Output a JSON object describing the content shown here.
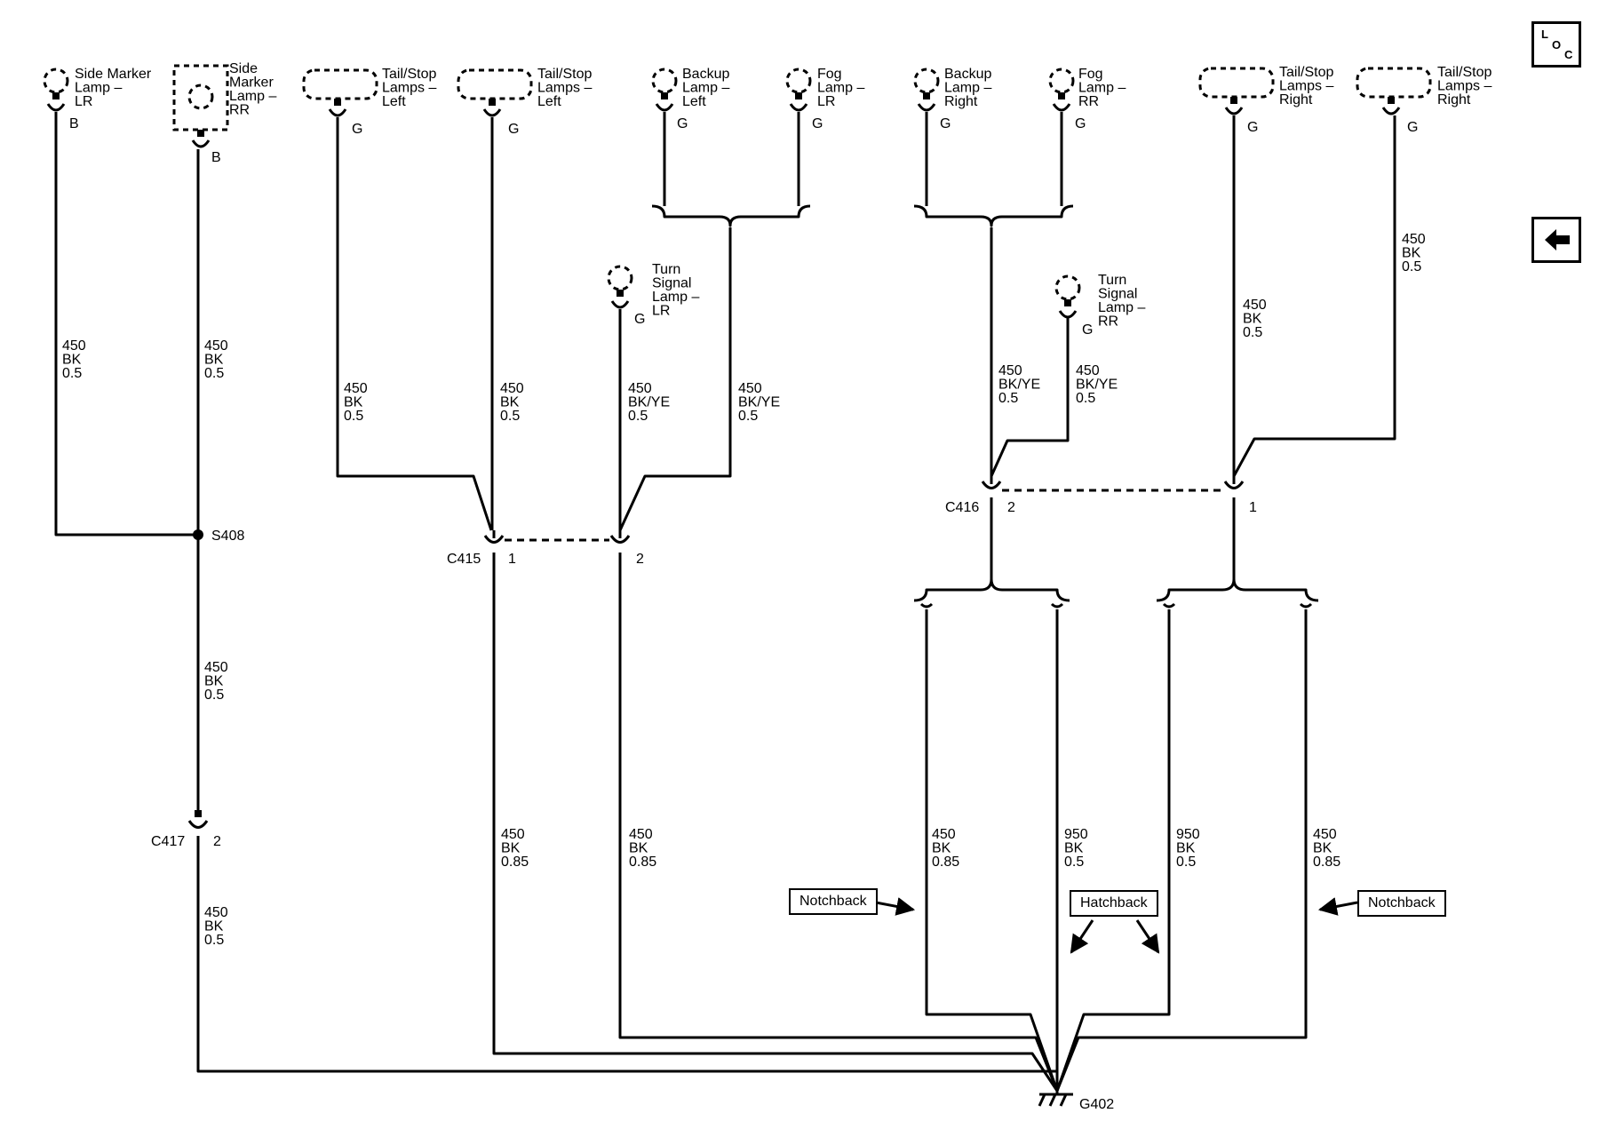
{
  "nav": {
    "loc_letters": [
      "L",
      "O",
      "C"
    ],
    "back_icon": "left-arrow-icon"
  },
  "lamps": [
    {
      "id": "side-marker-lr",
      "label": "Side Marker\nLamp –\nLR",
      "pin": "B"
    },
    {
      "id": "side-marker-rr",
      "label": "Side\nMarker\nLamp –\nRR",
      "pin": "B"
    },
    {
      "id": "tail-stop-left-1",
      "label": "Tail/Stop\nLamps –\nLeft",
      "pin": "G"
    },
    {
      "id": "tail-stop-left-2",
      "label": "Tail/Stop\nLamps –\nLeft",
      "pin": "G"
    },
    {
      "id": "backup-left",
      "label": "Backup\nLamp –\nLeft",
      "pin": "G"
    },
    {
      "id": "fog-lr",
      "label": "Fog\nLamp –\nLR",
      "pin": "G"
    },
    {
      "id": "backup-right",
      "label": "Backup\nLamp –\nRight",
      "pin": "G"
    },
    {
      "id": "fog-rr",
      "label": "Fog\nLamp –\nRR",
      "pin": "G"
    },
    {
      "id": "tail-stop-right-1",
      "label": "Tail/Stop\nLamps –\nRight",
      "pin": "G"
    },
    {
      "id": "tail-stop-right-2",
      "label": "Tail/Stop\nLamps –\nRight",
      "pin": "G"
    },
    {
      "id": "turn-signal-lr",
      "label": "Turn\nSignal\nLamp –\nLR",
      "pin": "G"
    },
    {
      "id": "turn-signal-rr",
      "label": "Turn\nSignal\nLamp –\nRR",
      "pin": "G"
    }
  ],
  "wires": [
    {
      "id": "w-side-lr",
      "circuit": "450",
      "color": "BK",
      "gauge": "0.5"
    },
    {
      "id": "w-side-rr",
      "circuit": "450",
      "color": "BK",
      "gauge": "0.5"
    },
    {
      "id": "w-s408-c417",
      "circuit": "450",
      "color": "BK",
      "gauge": "0.5"
    },
    {
      "id": "w-c417-g402",
      "circuit": "450",
      "color": "BK",
      "gauge": "0.5"
    },
    {
      "id": "w-tail-left-1",
      "circuit": "450",
      "color": "BK",
      "gauge": "0.5"
    },
    {
      "id": "w-tail-left-2",
      "circuit": "450",
      "color": "BK",
      "gauge": "0.5"
    },
    {
      "id": "w-turn-lr",
      "circuit": "450",
      "color": "BK/YE",
      "gauge": "0.5"
    },
    {
      "id": "w-backup-fog-left",
      "circuit": "450",
      "color": "BK/YE",
      "gauge": "0.5"
    },
    {
      "id": "w-backup-fog-right",
      "circuit": "450",
      "color": "BK/YE",
      "gauge": "0.5"
    },
    {
      "id": "w-turn-rr",
      "circuit": "450",
      "color": "BK/YE",
      "gauge": "0.5"
    },
    {
      "id": "w-tail-right-1",
      "circuit": "450",
      "color": "BK",
      "gauge": "0.5"
    },
    {
      "id": "w-tail-right-2",
      "circuit": "450",
      "color": "BK",
      "gauge": "0.5"
    },
    {
      "id": "w-c415-1-g402",
      "circuit": "450",
      "color": "BK",
      "gauge": "0.85"
    },
    {
      "id": "w-c415-2-g402",
      "circuit": "450",
      "color": "BK",
      "gauge": "0.85"
    },
    {
      "id": "w-notch-left",
      "circuit": "450",
      "color": "BK",
      "gauge": "0.85"
    },
    {
      "id": "w-hatch-left",
      "circuit": "950",
      "color": "BK",
      "gauge": "0.5"
    },
    {
      "id": "w-hatch-right",
      "circuit": "950",
      "color": "BK",
      "gauge": "0.5"
    },
    {
      "id": "w-notch-right",
      "circuit": "450",
      "color": "BK",
      "gauge": "0.85"
    }
  ],
  "connectors": {
    "c415": {
      "name": "C415",
      "pins": [
        "1",
        "2"
      ]
    },
    "c416": {
      "name": "C416",
      "pins": [
        "2",
        "1"
      ]
    },
    "c417": {
      "name": "C417",
      "pin": "2"
    }
  },
  "splice": {
    "name": "S408"
  },
  "ground": {
    "name": "G402"
  },
  "options": {
    "notchback": "Notchback",
    "hatchback": "Hatchback"
  }
}
